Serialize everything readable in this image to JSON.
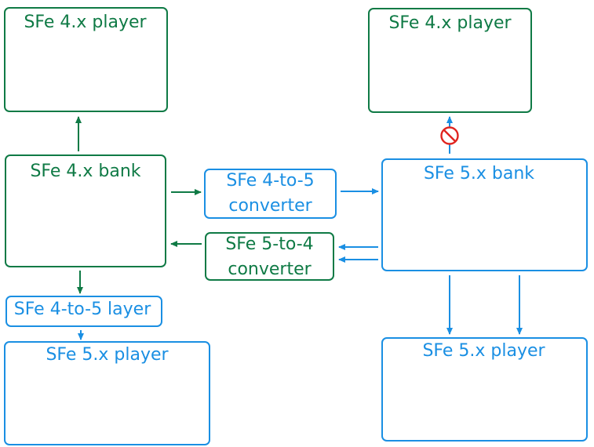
{
  "colors": {
    "sfe4": "#0f7a45",
    "sfe5": "#1a8fe3",
    "blocked": "#e0241f"
  },
  "nodes": {
    "player4_left": "SFe 4.x player",
    "player4_right": "SFe 4.x player",
    "bank4": "SFe 4.x bank",
    "bank5": "SFe 5.x bank",
    "converter_4to5": {
      "line1": "SFe 4-to-5",
      "line2": "converter"
    },
    "converter_5to4": {
      "line1": "SFe 5-to-4",
      "line2": "converter"
    },
    "layer_4to5": "SFe 4-to-5 layer",
    "player5_left": "SFe 5.x player",
    "player5_right": "SFe 5.x player"
  },
  "icons": {
    "blocked": "prohibited-icon"
  }
}
